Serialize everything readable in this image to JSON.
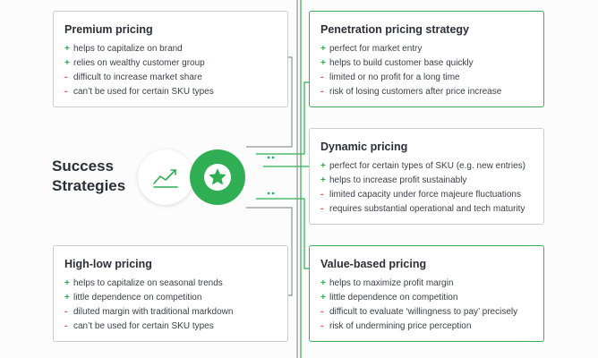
{
  "title": {
    "line1": "Success",
    "line2": "Strategies"
  },
  "colors": {
    "accent_green": "#2fae53",
    "minus_red": "#e0473c",
    "border_gray": "#c9ccd0"
  },
  "icons": {
    "left_circle": "growth-chart-icon",
    "right_circle": "star-icon"
  },
  "strategies": [
    {
      "title": "Premium pricing",
      "items": [
        {
          "sign": "+",
          "text": "helps to capitalize on brand"
        },
        {
          "sign": "+",
          "text": "relies on wealthy customer group"
        },
        {
          "sign": "-",
          "text": "difficult to increase market share"
        },
        {
          "sign": "-",
          "text": "can’t be used for certain SKU types"
        }
      ]
    },
    {
      "title": "Penetration pricing strategy",
      "items": [
        {
          "sign": "+",
          "text": "perfect for market entry"
        },
        {
          "sign": "+",
          "text": "helps to build customer base quickly"
        },
        {
          "sign": "-",
          "text": "limited or no profit for a long time"
        },
        {
          "sign": "-",
          "text": "risk of losing customers after price increase"
        }
      ]
    },
    {
      "title": "Dynamic pricing",
      "items": [
        {
          "sign": "+",
          "text": "perfect for certain types of SKU (e.g. new entries)"
        },
        {
          "sign": "+",
          "text": "helps to increase profit sustainably"
        },
        {
          "sign": "-",
          "text": "limited capacity under force majeure fluctuations"
        },
        {
          "sign": "-",
          "text": "requires substantial operational and tech maturity"
        }
      ]
    },
    {
      "title": "High-low pricing",
      "items": [
        {
          "sign": "+",
          "text": "helps to capitalize on seasonal trends"
        },
        {
          "sign": "+",
          "text": "little dependence on competition"
        },
        {
          "sign": "-",
          "text": "diluted margin with traditional markdown"
        },
        {
          "sign": "-",
          "text": "can’t be used for certain SKU types"
        }
      ]
    },
    {
      "title": "Value-based pricing",
      "items": [
        {
          "sign": "+",
          "text": "helps to maximize profit margin"
        },
        {
          "sign": "+",
          "text": "little dependence on competition"
        },
        {
          "sign": "-",
          "text": "difficult to evaluate ‘willingness to pay’ precisely"
        },
        {
          "sign": "-",
          "text": "risk of undermining price perception"
        }
      ]
    }
  ]
}
